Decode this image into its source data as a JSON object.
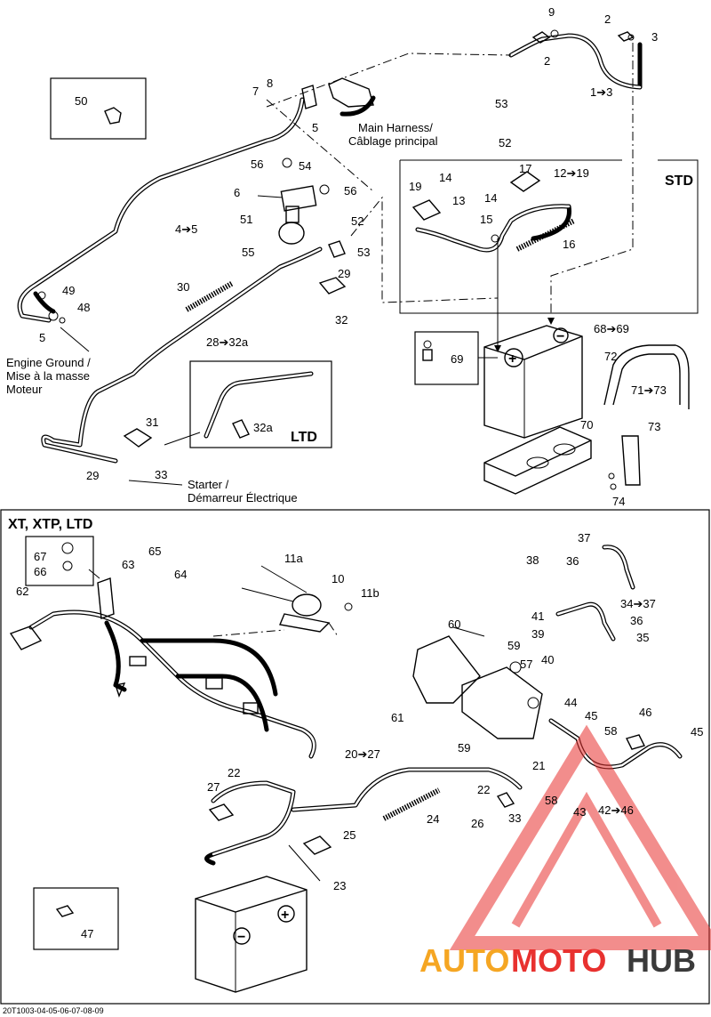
{
  "diagram": {
    "callouts": {
      "c9": "9",
      "c2a": "2",
      "c3a": "3",
      "c2b": "2",
      "c1_3": "1➔3",
      "c8": "8",
      "c7": "7",
      "c5a": "5",
      "c50": "50",
      "c53a": "53",
      "c52a": "52",
      "c56a": "56",
      "c54": "54",
      "c6": "6",
      "c56b": "56",
      "c51": "51",
      "c4_5": "4➔5",
      "c55": "55",
      "c52b": "52",
      "c53b": "53",
      "c29a": "29",
      "c30": "30",
      "c32": "32",
      "c28_32a": "28➔32a",
      "c49": "49",
      "c48": "48",
      "c5b": "5",
      "c19": "19",
      "c14a": "14",
      "c13": "13",
      "c17": "17",
      "c12_19": "12➔19",
      "c14b": "14",
      "c15": "15",
      "c16": "16",
      "c68_69": "68➔69",
      "c69": "69",
      "c72": "72",
      "c71_73": "71➔73",
      "c70": "70",
      "c73": "73",
      "c74": "74",
      "c31": "31",
      "c32a": "32a",
      "c29b": "29",
      "c33a": "33",
      "c67": "67",
      "c66": "66",
      "c63": "63",
      "c65": "65",
      "c64": "64",
      "c62": "62",
      "c11a": "11a",
      "c10": "10",
      "c11b": "11b",
      "c38": "38",
      "c36a": "36",
      "c37": "37",
      "c34_37": "34➔37",
      "c41": "41",
      "c36b": "36",
      "c39": "39",
      "c35": "35",
      "c40": "40",
      "c60": "60",
      "c59a": "59",
      "c57": "57",
      "c61": "61",
      "c59b": "59",
      "c44": "44",
      "c45a": "45",
      "c46": "46",
      "c58a": "58",
      "c45b": "45",
      "c20_27": "20➔27",
      "c21": "21",
      "c22a": "22",
      "c22b": "22",
      "c27": "27",
      "c33b": "33",
      "c58b": "58",
      "c26": "26",
      "c43": "43",
      "c42_46": "42➔46",
      "c24": "24",
      "c25": "25",
      "c23": "23",
      "c47": "47"
    },
    "main_harness_label_1": "Main Harness/",
    "main_harness_label_2": "Câblage principal",
    "engine_ground_1": "Engine Ground /",
    "engine_ground_2": "Mise à la masse",
    "engine_ground_3": "Moteur",
    "starter_1": "Starter /",
    "starter_2": "Démarreur Électrique",
    "std_label": "STD",
    "ltd_label": "LTD",
    "xt_section_label": "XT, XTP, LTD",
    "battery_plus": "+",
    "battery_minus": "−",
    "footer_code": "20T1003-04-05-06-07-08-09"
  },
  "watermark": {
    "text_auto": "AUTO",
    "text_moto": "MOTO",
    "text_hub": "HUB",
    "color_auto": "#f5a623",
    "color_moto": "#e8312f",
    "color_hub": "#3a3a3a"
  }
}
